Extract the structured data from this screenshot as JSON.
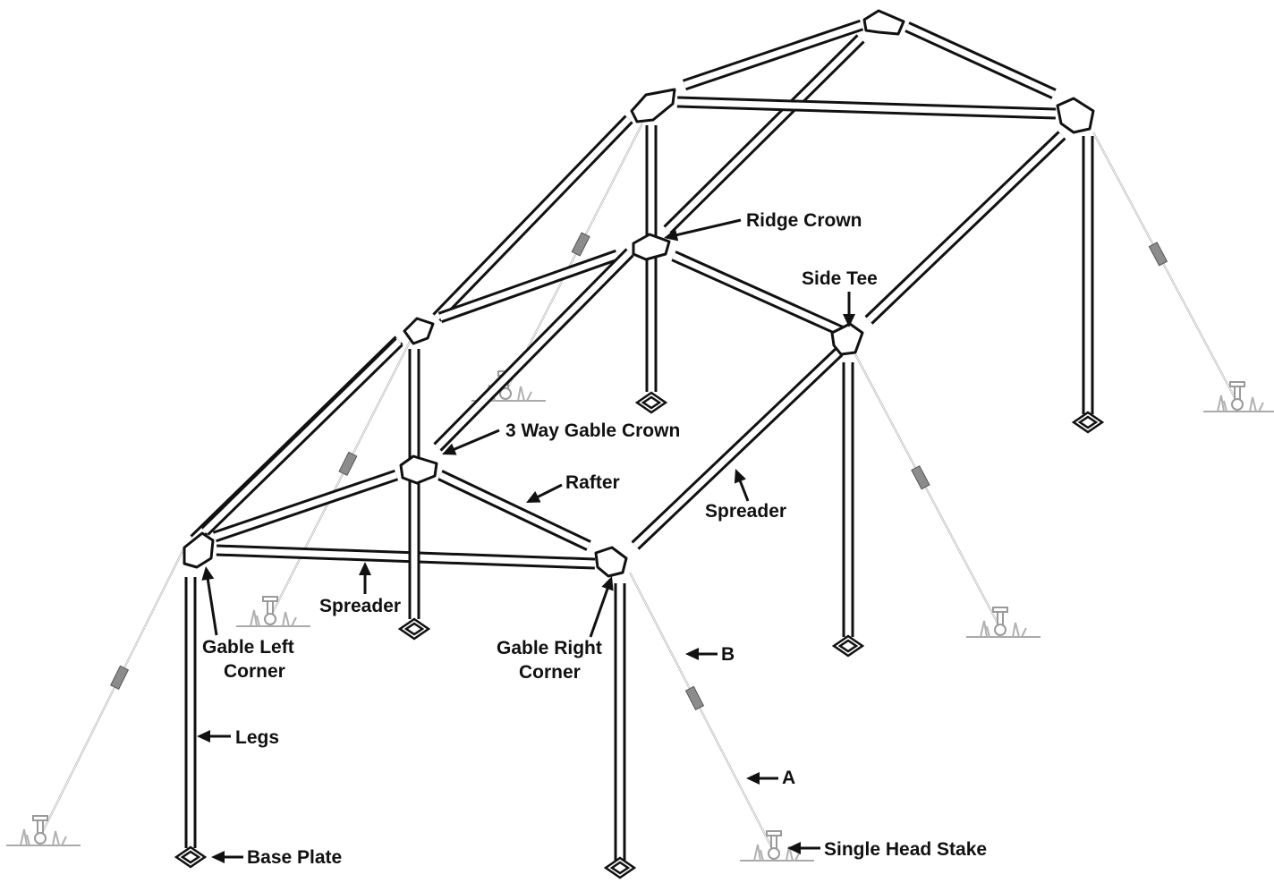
{
  "labels": {
    "ridge_crown": "Ridge Crown",
    "side_tee": "Side Tee",
    "three_way_gable_crown": "3 Way Gable Crown",
    "rafter": "Rafter",
    "spreader_side": "Spreader",
    "spreader_gable": "Spreader",
    "gable_left_corner_1": "Gable Left",
    "gable_left_corner_2": "Corner",
    "gable_right_corner_1": "Gable Right",
    "gable_right_corner_2": "Corner",
    "b": "B",
    "legs": "Legs",
    "a": "A",
    "base_plate": "Base Plate",
    "single_head_stake": "Single Head Stake"
  },
  "colors": {
    "frame": "#111111",
    "guy_line": "#9a9a9a",
    "background": "#ffffff"
  }
}
